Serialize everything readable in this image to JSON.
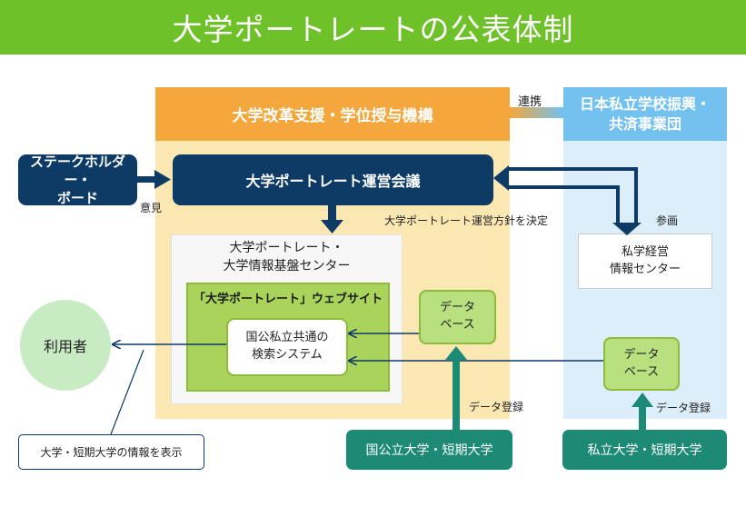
{
  "title": "大学ポートレートの公表体制",
  "org": {
    "header": "大学改革支援・学位授与機構"
  },
  "mutual": {
    "header_line1": "日本私立学校振興・",
    "header_line2": "共済事業団"
  },
  "link_label": "連携",
  "stakeholder": {
    "line1": "ステークホルダー・",
    "line2": "ボード"
  },
  "opinion_label": "意見",
  "council": "大学ポートレート運営会議",
  "policy_label": "大学ポートレート運営方針を決定",
  "participation_label": "参画",
  "center": {
    "line1": "大学ポートレート・",
    "line2": "大学情報基盤センター"
  },
  "website": "「大学ポートレート」ウェブサイト",
  "search_system": {
    "line1": "国公私立共通の",
    "line2": "検索システム"
  },
  "database_left": {
    "line1": "データ",
    "line2": "ベース"
  },
  "private_center": {
    "line1": "私学経営",
    "line2": "情報センター"
  },
  "database_right": {
    "line1": "データ",
    "line2": "ベース"
  },
  "user": "利用者",
  "info_display": "大学・短期大学の情報を表示",
  "data_registration_left": "データ登録",
  "data_registration_right": "データ登録",
  "national_public_univ": "国公立大学・短期大学",
  "private_univ": "私立大学・短期大学",
  "colors": {
    "title_bar": "#6fc12a",
    "org_header": "#f3a73c",
    "org_column": "#fbe7b2",
    "mutual_header": "#72c1ef",
    "mutual_column": "#dceef9",
    "navy": "#0e3a66",
    "green_site": "#a9d35a",
    "database": "#b8e07e",
    "teal": "#1d8a76",
    "user_circle": "#c8ebc3"
  }
}
